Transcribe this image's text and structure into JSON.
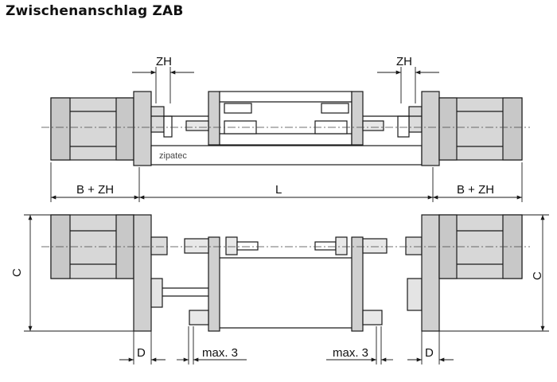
{
  "title": "Zwischenanschlag ZAB",
  "brand": "zipatec",
  "labels": {
    "zh": "ZH",
    "b_plus_zh": "B + ZH",
    "l": "L",
    "c": "C",
    "d": "D",
    "max3": "max. 3"
  },
  "colors": {
    "body_fill": "#d7d7d7",
    "block_fill": "#c8c8c8",
    "outline": "#1a1a1a",
    "dim_line": "#1a1a1a",
    "axis": "#444444"
  }
}
